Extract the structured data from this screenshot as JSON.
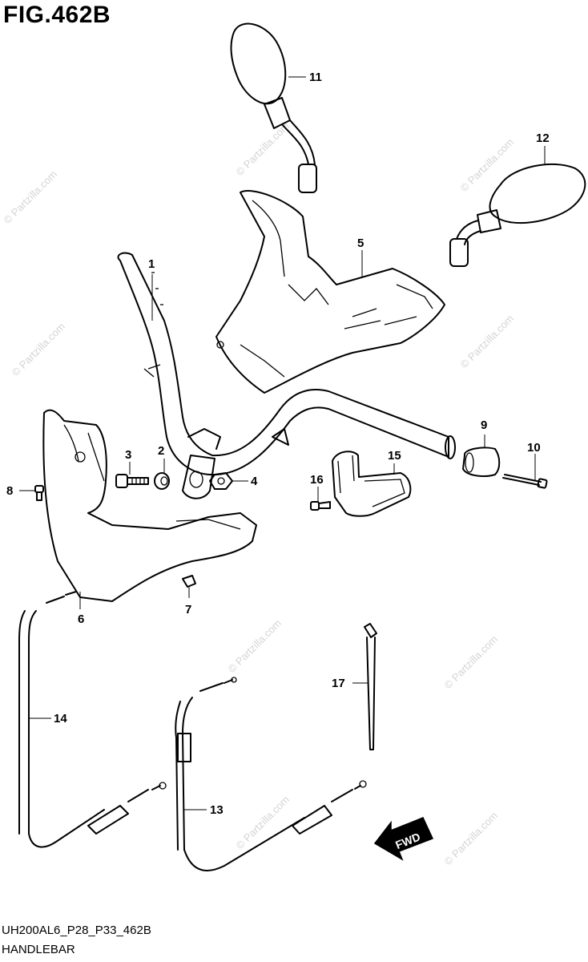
{
  "figure": {
    "title": "FIG.462B",
    "code": "UH200AL6_P28_P33_462B",
    "name": "HANDLEBAR"
  },
  "callouts": [
    "1",
    "2",
    "3",
    "4",
    "5",
    "6",
    "7",
    "8",
    "9",
    "10",
    "11",
    "12",
    "13",
    "14",
    "15",
    "16",
    "17"
  ],
  "direction_label": "FWD",
  "watermark": "© Partzilla.com"
}
